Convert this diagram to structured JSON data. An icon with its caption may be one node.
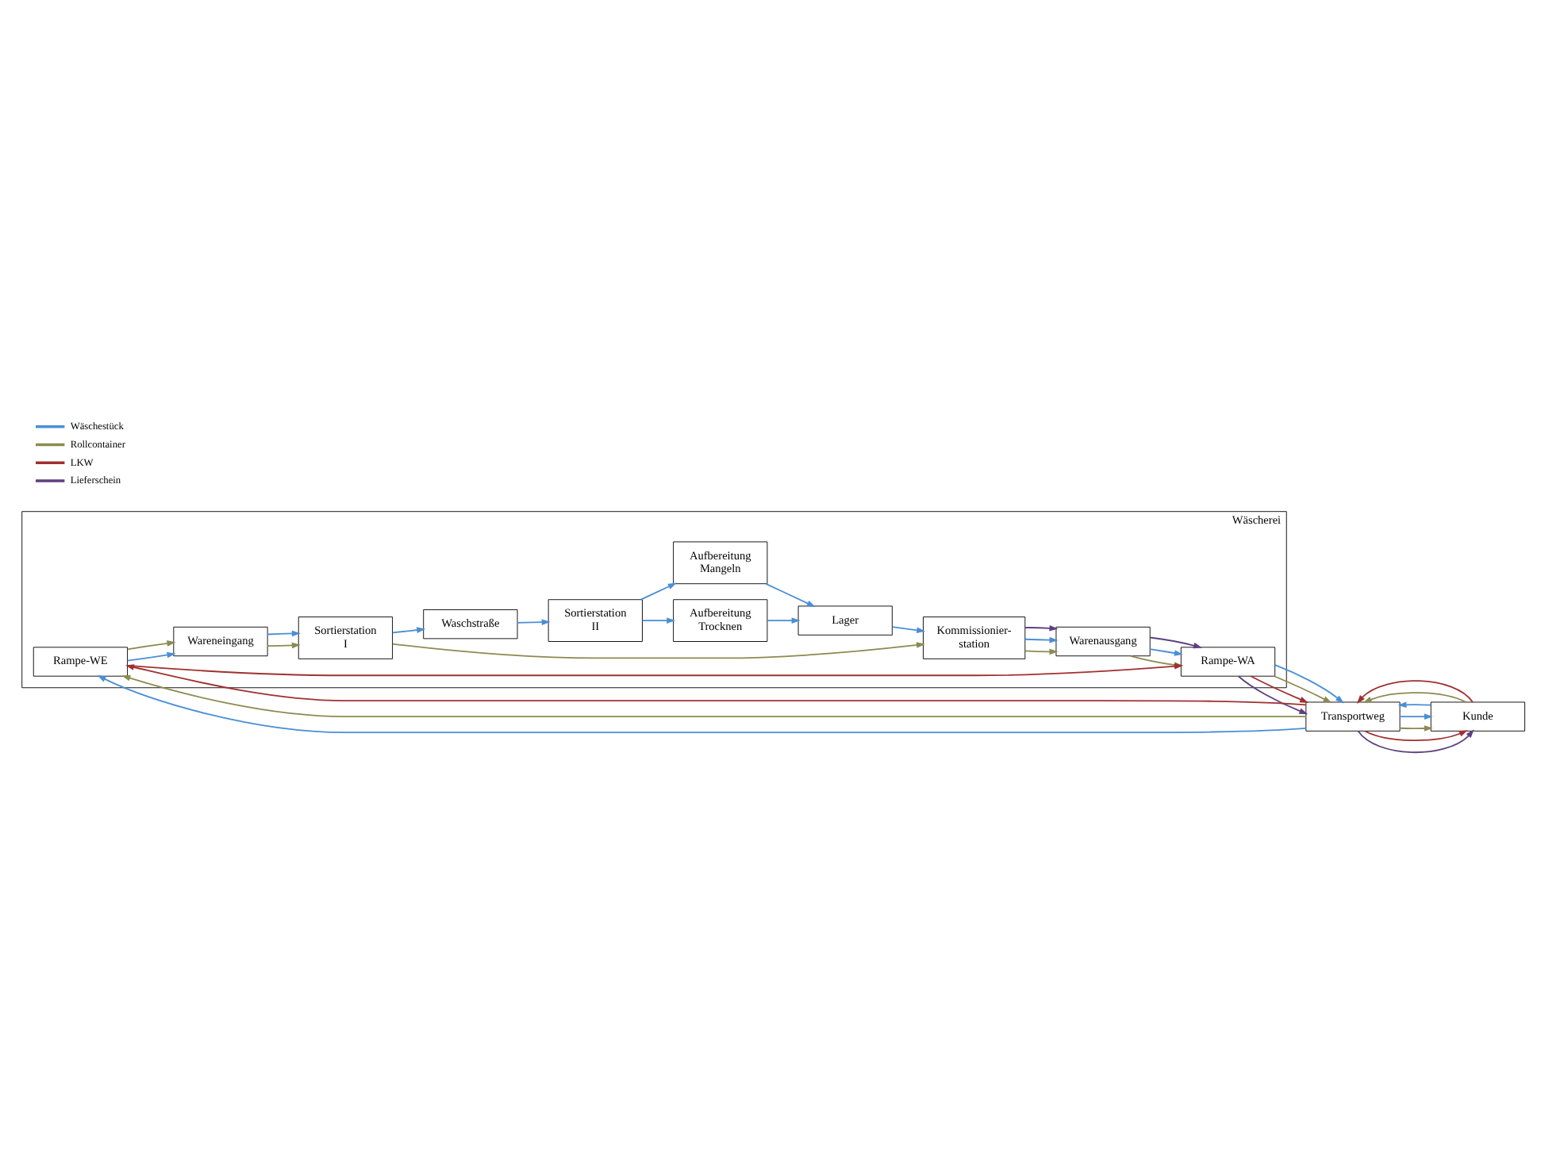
{
  "diagram": {
    "nodes": [
      {
        "text": [
          "Wäscherei"
        ]
      },
      {
        "text": [
          "Lager"
        ],
        "in": 0
      },
      {
        "text": [
          "Kommissionier- station"
        ],
        "in": 0
      },
      {
        "text": [
          "Aufbereitung Trocknen"
        ],
        "in": 0
      },
      {
        "text": [
          "Aufbereitung Mangeln"
        ],
        "in": 0
      },
      {
        "text": [
          "Warenausgang"
        ],
        "in": 0
      },
      {
        "text": [
          "Sortierstation II"
        ],
        "in": 0
      },
      {
        "text": [
          "Rampe-WA"
        ],
        "in": 0
      },
      {
        "text": [
          "Transportweg"
        ]
      },
      {
        "text": [
          "Kunde"
        ]
      },
      {
        "text": [
          "Waschstraße"
        ],
        "in": 0
      },
      {
        "text": [
          "Rampe-WE"
        ],
        "in": 0
      },
      {
        "text": [
          "Sortierstation I"
        ],
        "in": 0
      },
      {
        "text": [
          "Wareneingang"
        ],
        "in": 0
      }
    ],
    "edges": [
      {
        "from": 1,
        "to": 2,
        "arrow": "to"
      },
      {
        "from": 12,
        "to": 2,
        "arrow": "to",
        "color": "#8c8a50"
      },
      {
        "from": 2,
        "to": 5,
        "arrow": "to",
        "color": "#8c8a50"
      },
      {
        "from": 2,
        "to": 5,
        "arrow": "to"
      },
      {
        "from": 2,
        "to": 5,
        "arrow": "to",
        "color": "#5e3f7f"
      },
      {
        "from": 5,
        "to": 7,
        "arrow": "to",
        "color": "#8c8a50"
      },
      {
        "from": 5,
        "to": 7,
        "arrow": "to"
      },
      {
        "from": 5,
        "to": 7,
        "arrow": "to",
        "color": "#5e3f7f"
      },
      {
        "from": 7,
        "to": 8,
        "arrow": "to",
        "color": "#5e3f7f"
      },
      {
        "from": 7,
        "to": 8,
        "arrow": "to",
        "color": "#a03030"
      },
      {
        "from": 7,
        "to": 8,
        "arrow": "to",
        "color": "#8c8a50"
      },
      {
        "from": 7,
        "to": 8,
        "arrow": "to"
      },
      {
        "from": 8,
        "to": 9,
        "arrow": "to",
        "color": "#5e3f7f"
      },
      {
        "from": 8,
        "to": 9,
        "arrow": "to",
        "color": "#a03030"
      },
      {
        "from": 8,
        "to": 9,
        "arrow": "to",
        "color": "#8c8a50"
      },
      {
        "from": 8,
        "to": 9,
        "arrow": "to"
      },
      {
        "from": 9,
        "to": 8,
        "arrow": "to"
      },
      {
        "from": 9,
        "to": 8,
        "arrow": "to",
        "color": "#8c8a50"
      },
      {
        "from": 9,
        "to": 8,
        "arrow": "to",
        "color": "#a03030"
      },
      {
        "from": 8,
        "to": 11,
        "arrow": "to"
      },
      {
        "from": 8,
        "to": 11,
        "arrow": "to",
        "color": "#8c8a50"
      },
      {
        "from": 8,
        "to": 11,
        "arrow": "to",
        "color": "#a03030"
      },
      {
        "from": 11,
        "to": 7,
        "arrow": "to",
        "color": "#a03030"
      },
      {
        "from": 11,
        "to": 13,
        "arrow": "to"
      },
      {
        "from": 11,
        "to": 13,
        "arrow": "to",
        "color": "#8c8a50"
      },
      {
        "from": 13,
        "to": 12,
        "arrow": "to",
        "color": "#8c8a50"
      },
      {
        "from": 13,
        "to": 12,
        "arrow": "to"
      },
      {
        "from": 12,
        "to": 10,
        "arrow": "to"
      },
      {
        "from": 10,
        "to": 6,
        "arrow": "to"
      },
      {
        "from": 6,
        "to": 3,
        "arrow": "to"
      },
      {
        "from": 6,
        "to": 4,
        "arrow": "to"
      },
      {
        "from": 3,
        "to": 1,
        "arrow": "to"
      },
      {
        "from": 4,
        "to": 1,
        "arrow": "to"
      }
    ],
    "legend": [
      {
        "text": "Wäschestück",
        "color": "#4a8fd6"
      },
      {
        "text": "Rollcontainer",
        "color": "#8c8a50"
      },
      {
        "text": "LKW",
        "color": "#a03030"
      },
      {
        "text": "Lieferschein",
        "color": "#5e3f7f"
      }
    ]
  }
}
